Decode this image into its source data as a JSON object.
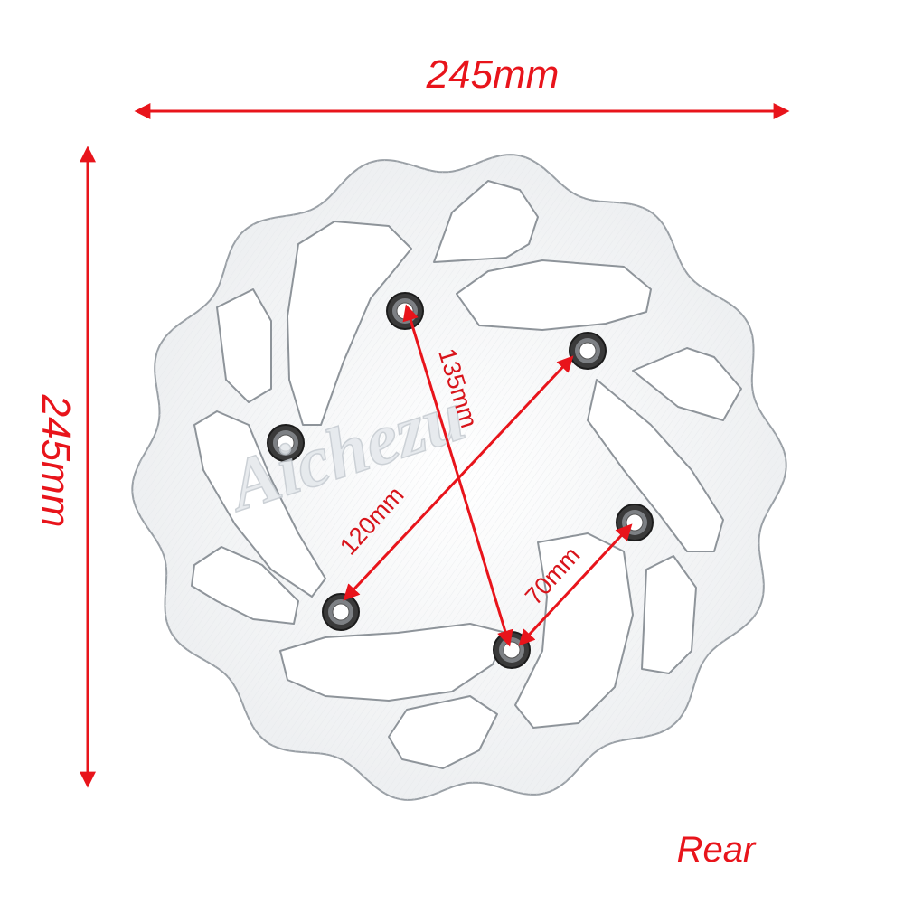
{
  "dimensions": {
    "width_label": "245mm",
    "height_label": "245mm",
    "hole_span_top_label": "135mm",
    "hole_span_diag_label": "120mm",
    "hole_span_short_label": "70mm"
  },
  "caption": {
    "position_label": "Rear"
  },
  "watermark": {
    "text": "Aichezu"
  },
  "colors": {
    "dimension": "#e8141b",
    "disc": "#f2f3f4",
    "disc_outline": "#9aa0a6",
    "bolt_ring": "#2a2a2a"
  }
}
